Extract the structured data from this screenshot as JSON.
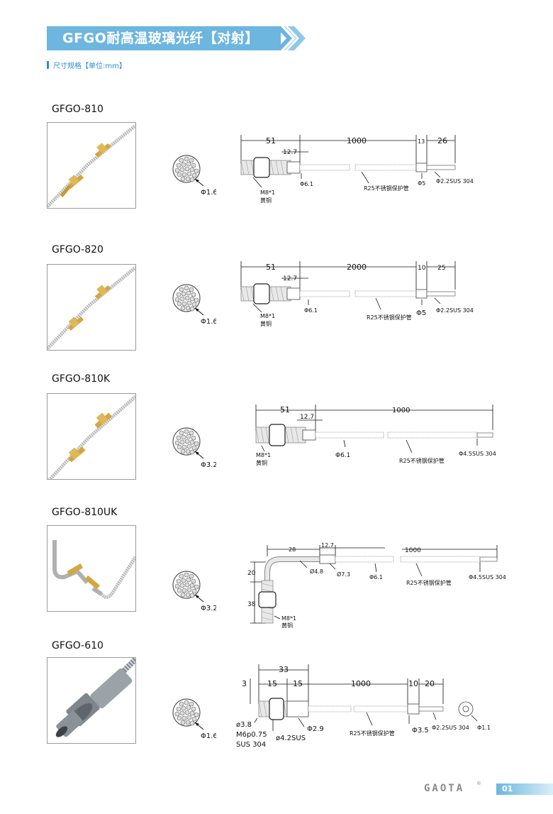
{
  "header": {
    "title": "GFGO耐高温玻璃光纤【对射】",
    "subtitle": "尺寸规格【单位:mm】"
  },
  "sections": [
    {
      "model": "GFGO-810",
      "bundle_dia": "Φ1.6",
      "dims": {
        "d1": "51",
        "d2": "12.7",
        "d3": "1000",
        "d4": "13",
        "d5": "26"
      },
      "labels": {
        "thread": "M8*1",
        "material": "黄铜",
        "tube_dia": "Φ6.1",
        "sheath": "R25不锈钢保护管",
        "tip_dia": "Φ5",
        "probe": "Φ2.2SUS 304"
      }
    },
    {
      "model": "GFGO-820",
      "bundle_dia": "Φ1.6",
      "dims": {
        "d1": "51",
        "d2": "12.7",
        "d3": "2000",
        "d4": "10",
        "d5": "25"
      },
      "labels": {
        "thread": "M8*1",
        "material": "黄铜",
        "tube_dia": "Φ6.1",
        "sheath": "R25不锈钢保护管",
        "tip_dia": "Φ5",
        "probe": "Φ2.2SUS 304"
      }
    },
    {
      "model": "GFGO-810K",
      "bundle_dia": "Φ3.2",
      "dims": {
        "d1": "51",
        "d2": "12.7",
        "d3": "1000"
      },
      "labels": {
        "thread": "M8*1",
        "material": "黄铜",
        "tube_dia": "Φ6.1",
        "sheath": "R25不锈钢保护管",
        "probe": "Φ4.5SUS 304"
      }
    },
    {
      "model": "GFGO-810UK",
      "bundle_dia": "Φ3.2",
      "dims": {
        "d1": "28",
        "d2": "12.7",
        "d3": "1000",
        "v1": "20",
        "v2": "38"
      },
      "labels": {
        "bend_dia": "Ø4.8",
        "ferrule_dia": "Ø7.3",
        "thread": "M8*1",
        "material": "黄铜",
        "tube_dia": "Φ6.1",
        "sheath": "R25不锈钢保护管",
        "probe": "Φ4.5SUS 304"
      }
    },
    {
      "model": "GFGO-610",
      "bundle_dia": "Φ1.6",
      "dims": {
        "total": "33",
        "d0": "3",
        "d1": "15",
        "d2": "15",
        "d3": "1000",
        "d4": "10",
        "d5": "20"
      },
      "labels": {
        "nose_dia": "ø3.8",
        "thread": "M6p0.75",
        "thread_mat": "SUS 304",
        "body_dia": "ø4.2SUS",
        "tube_dia": "Φ2.9",
        "sheath": "R25不锈钢保护管",
        "tip_dia": "Φ3.5",
        "probe": "Φ2.2SUS 304",
        "lens_dia": "Φ1.1"
      }
    }
  ],
  "footer": {
    "brand": "GAOTA",
    "reg": "®",
    "page": "01"
  },
  "colors": {
    "accent": "#6cb6e0",
    "brass": "#c9972e",
    "steel": "#9aa3a8"
  }
}
